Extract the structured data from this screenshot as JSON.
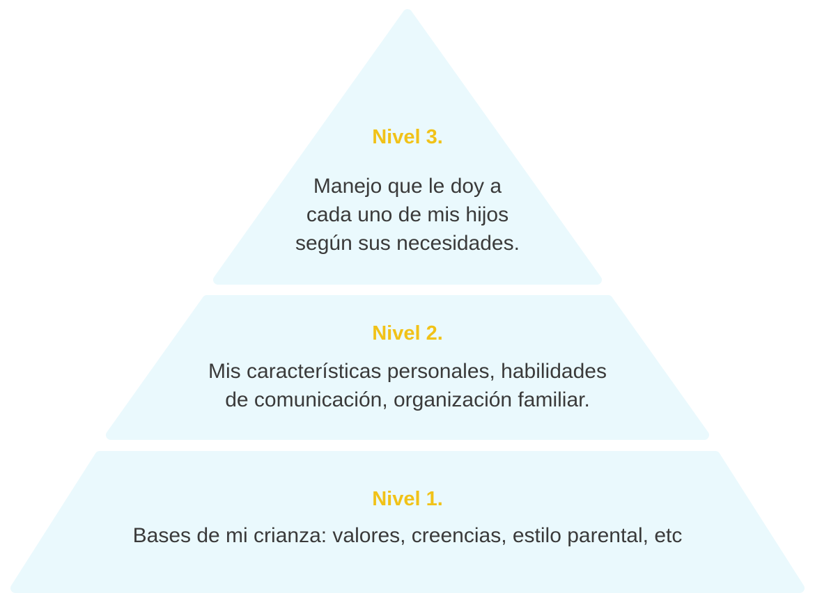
{
  "pyramid": {
    "colors": {
      "tier_fill": "#eaf9fd",
      "title_color": "#f1c218",
      "text_color": "#3a3a3a"
    },
    "levels": [
      {
        "title": "Nivel 3.",
        "lines": [
          "Manejo que le doy a",
          "cada uno de mis hijos",
          "según sus necesidades."
        ]
      },
      {
        "title": "Nivel 2.",
        "lines": [
          "Mis características personales, habilidades",
          "de comunicación, organización familiar."
        ]
      },
      {
        "title": "Nivel 1.",
        "lines": [
          "Bases de mi crianza: valores, creencias, estilo parental, etc"
        ]
      }
    ]
  }
}
